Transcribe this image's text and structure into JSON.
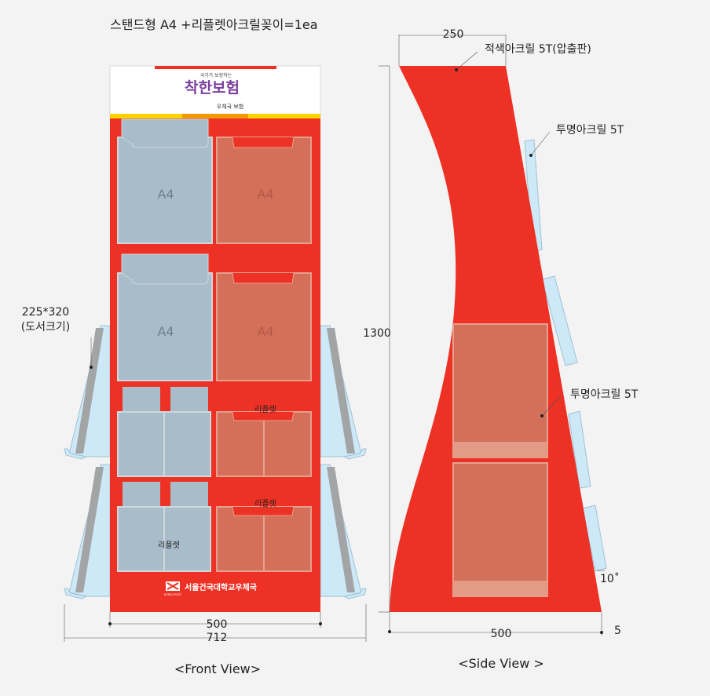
{
  "title": "스탠드형 A4 +리플렛아크릴꽂이=1ea",
  "front": {
    "banner_small": "국가가 보장하는",
    "banner_big": "착한보험",
    "banner_sub": "우체국 보험",
    "pocket_a4": "A4",
    "pocket_leaflet": "리플렛",
    "footer": "서울건국대학교우체국",
    "footer_logo": "KOREA POST",
    "width_label": "500",
    "total_width_label": "712",
    "book_size_label": "225*320",
    "book_size_sub": "(도서크기)",
    "view_label": "<Front View>"
  },
  "side": {
    "top_width_label": "250",
    "red_acrylic_label": "적색아크릴 5T(압출판)",
    "clear_acrylic_label_1": "투명아크릴 5T",
    "clear_acrylic_label_2": "투명아크릴 5T",
    "height_label": "1300",
    "angle_label": "10˚",
    "base_width_label": "500",
    "base_height_label": "5",
    "view_label": "<Side View >"
  },
  "colors": {
    "red": "#ee3125",
    "clear": "#cde8f6",
    "pocket_blue": "#a8bdc9",
    "pocket_orange": "#d4705a",
    "grey": "#a3a4a6"
  }
}
